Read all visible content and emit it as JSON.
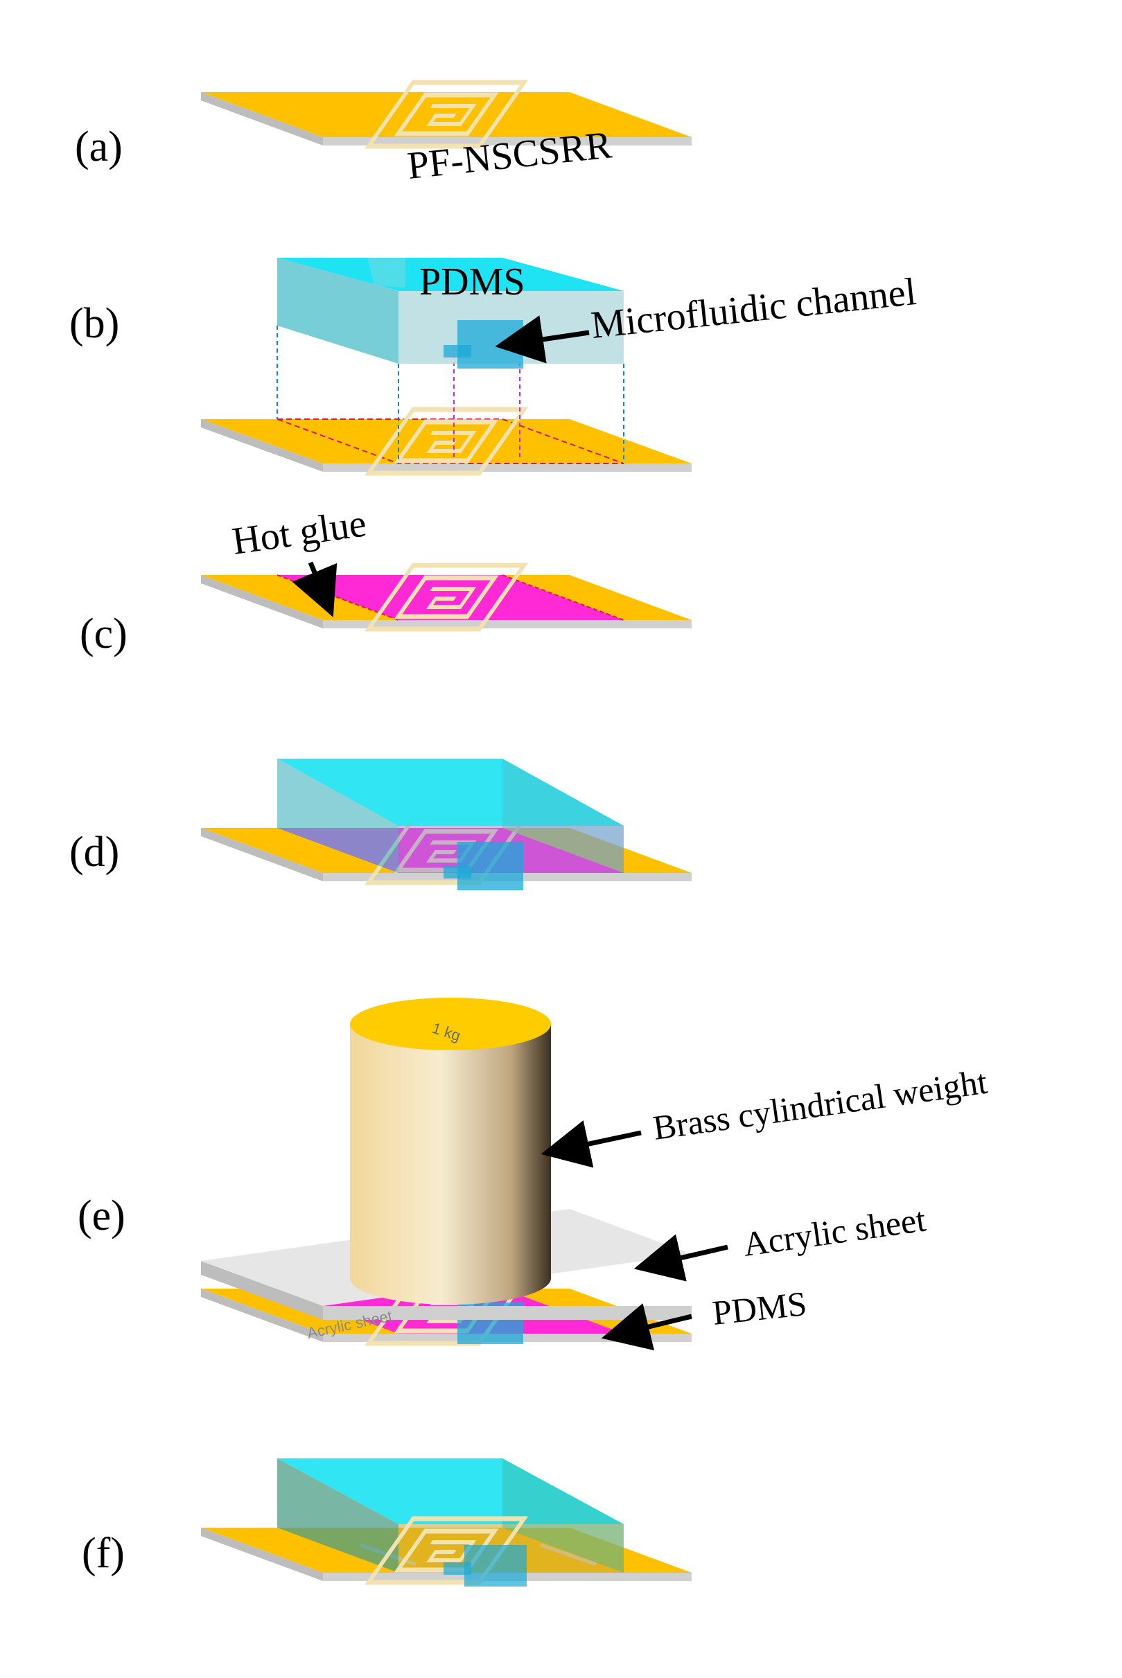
{
  "colors": {
    "board": "#FFC000",
    "board_edge": "#C8C8C8",
    "pattern": "#F2E2B0",
    "pdms": "#00E5F5",
    "pdms_side": "#9FD9DF",
    "hot_glue": "#FF29D6",
    "acrylic": "#E6E6E6",
    "brass_top": "#FFCC00",
    "channel": "#1BA9D8"
  },
  "panels": [
    {
      "letter": "(a)"
    },
    {
      "letter": "(b)"
    },
    {
      "letter": "(c)"
    },
    {
      "letter": "(d)"
    },
    {
      "letter": "(e)"
    },
    {
      "letter": "(f)"
    }
  ],
  "labels": {
    "sensor": "PF-NSCSRR",
    "pdms_top": "PDMS",
    "microfluidic_channel": "Microfluidic channel",
    "hot_glue": "Hot glue",
    "brass_weight": "Brass cylindrical weight",
    "acrylic_sheet": "Acrylic sheet",
    "pdms_e": "PDMS",
    "acrylic_on_sheet": "Acrylic sheet",
    "weight_mark": "1 kg"
  }
}
